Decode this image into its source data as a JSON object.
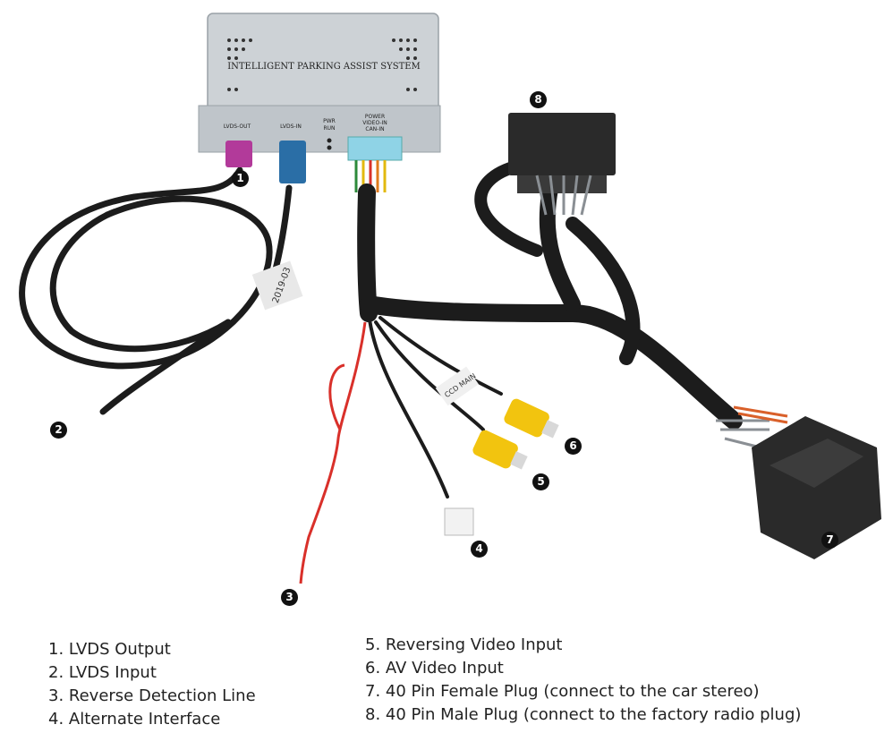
{
  "photo": {
    "box_title": "INTELLIGENT PARKING ASSIST SYSTEM",
    "port_lvds_out": "LVDS-OUT",
    "port_lvds_in": "LVDS-IN",
    "port_pwr": "PWR",
    "port_run": "RUN",
    "port_power": "POWER",
    "port_video_in": "VIDEO-IN",
    "port_can_in": "CAN-IN",
    "cable_tag": "2019-03",
    "video_tag": "CCD MAIN",
    "colors": {
      "box": "#c9ced3",
      "cable": "#1c1c1c",
      "lvds_out_connector": "#b23a9a",
      "lvds_in_connector": "#2a6ea6",
      "rca": "#f2c40f",
      "red_wire": "#d9302a",
      "plug": "#2a2a2a"
    }
  },
  "markers": [
    "1",
    "2",
    "3",
    "4",
    "5",
    "6",
    "7",
    "8"
  ],
  "legend": [
    "1. LVDS Output",
    "2. LVDS Input",
    "3. Reverse Detection Line",
    "4. Alternate Interface",
    "5. Reversing Video Input",
    "6. AV Video Input",
    "7. 40 Pin Female Plug (connect to the car stereo)",
    "8. 40 Pin Male Plug (connect to the factory radio plug)"
  ]
}
